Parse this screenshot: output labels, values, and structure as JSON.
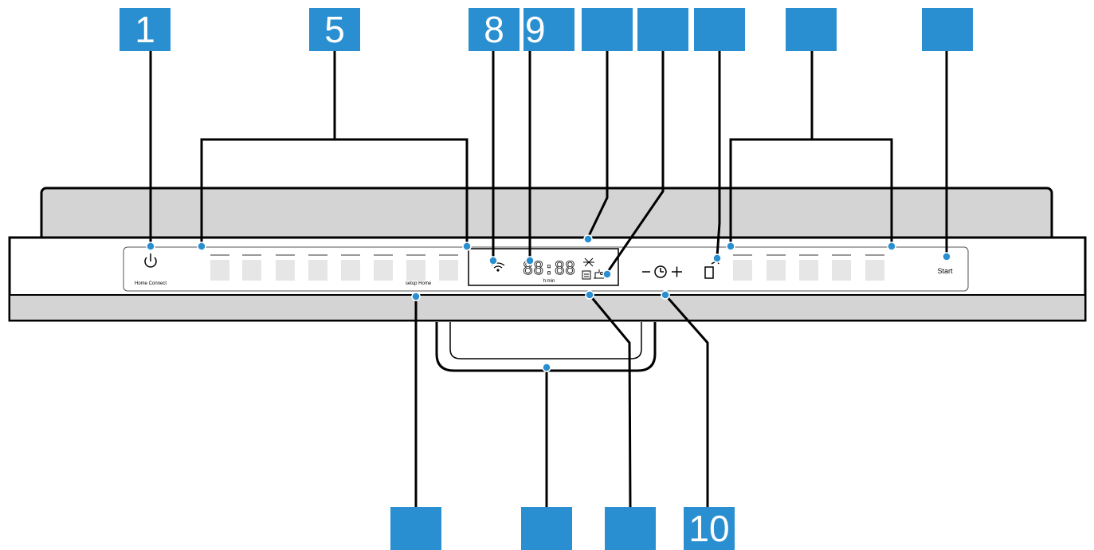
{
  "panel": {
    "power_label": "Home Connect",
    "option_label": "setup Home",
    "time_display": "88:88",
    "time_unit": "h:min",
    "start_label": "Start"
  },
  "callouts": {
    "c1": "1",
    "c5": "5",
    "c8": "8",
    "c9": "9",
    "c10": "10",
    "empty": ""
  },
  "colors": {
    "callout": "#2a8fd0",
    "panel_fill": "#d4d4d4",
    "line": "#000000"
  }
}
